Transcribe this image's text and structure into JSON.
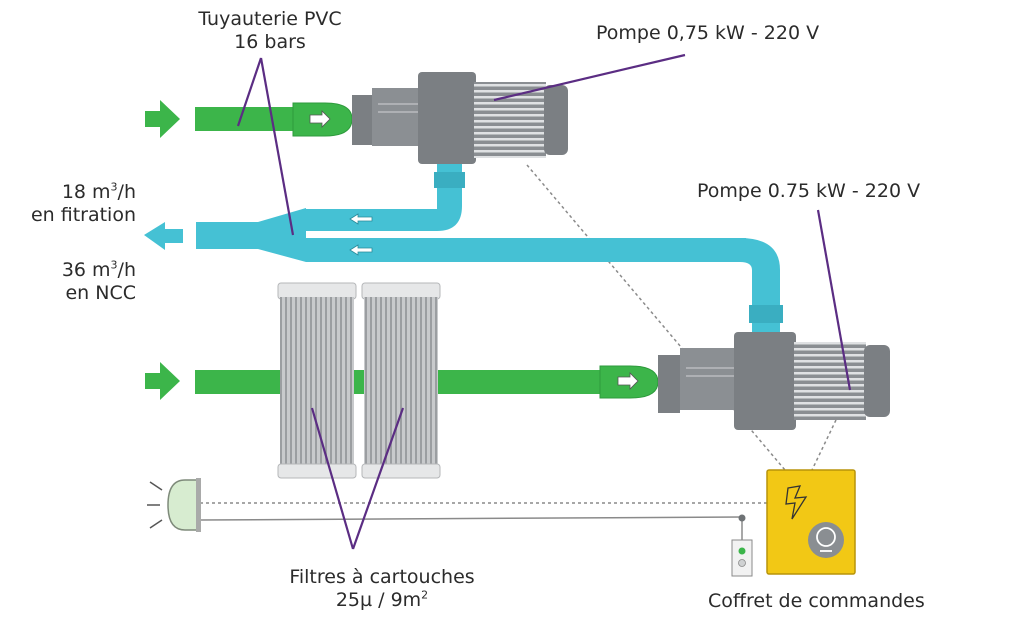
{
  "labels": {
    "pipe_title": "Tuyauterie PVC",
    "pipe_pressure": "16 bars",
    "pump_top": "Pompe 0,75 kW - 220 V",
    "pump_bottom": "Pompe 0.75 kW - 220 V",
    "flow_filtration_value": "18 m",
    "flow_filtration_exp": "3",
    "flow_filtration_unit": "/h",
    "flow_filtration_mode": "en fitration",
    "flow_ncc_value": "36 m",
    "flow_ncc_exp": "3",
    "flow_ncc_unit": "/h",
    "flow_ncc_mode": "en NCC",
    "filters_title": "Filtres à cartouches",
    "filters_spec": "25µ / 9m",
    "filters_spec_exp": "2",
    "control_box": "Coffret de commandes"
  },
  "colors": {
    "inlet_water": "#3cb54a",
    "outlet_water": "#45c1d4",
    "pump_body": "#7b7f83",
    "control_box": "#f2c815",
    "annotation_line": "#5b2d83"
  }
}
